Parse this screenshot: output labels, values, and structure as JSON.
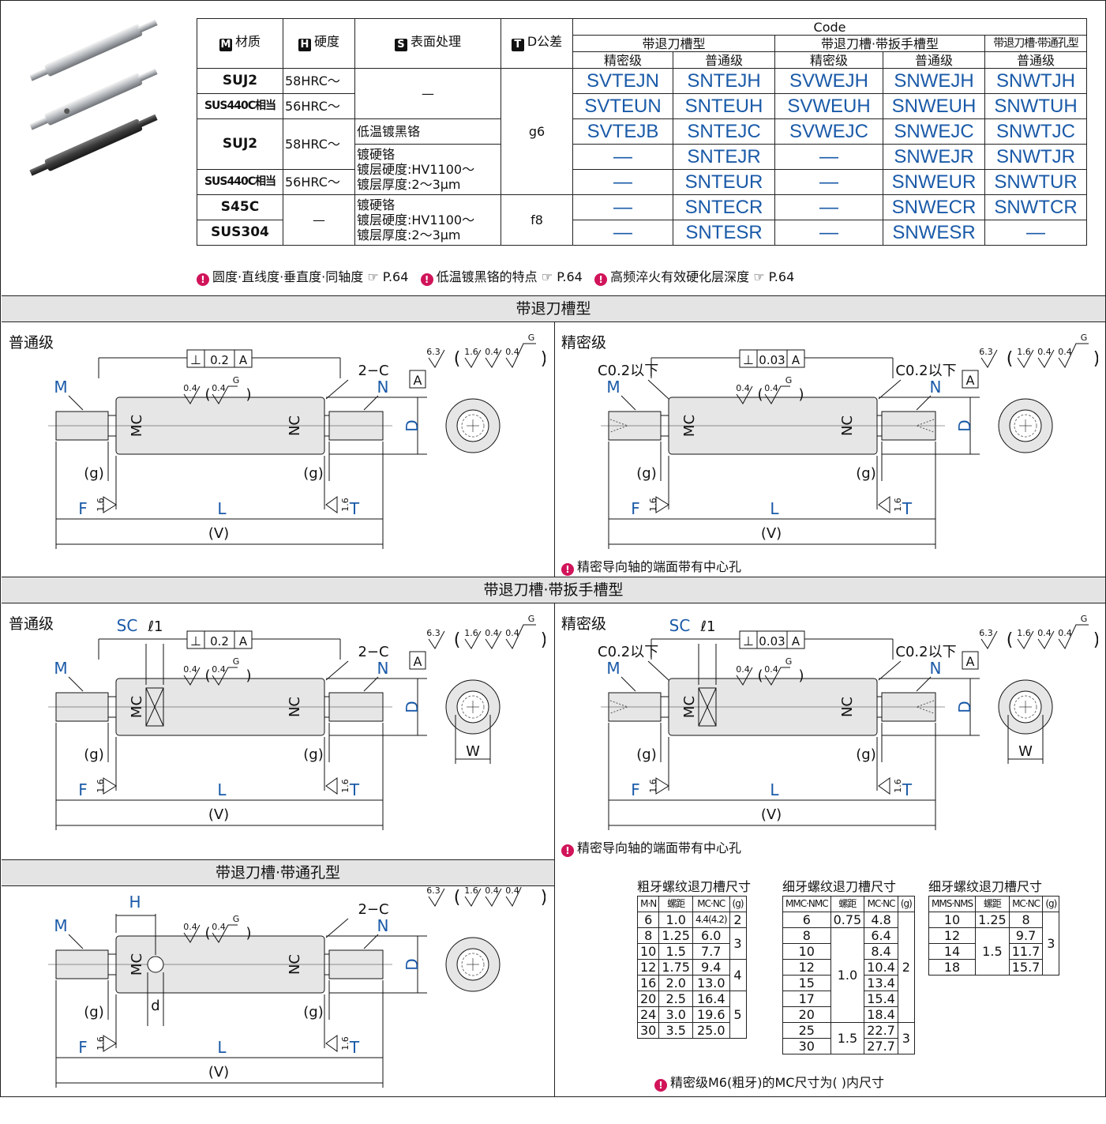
{
  "spec_table": {
    "headers": {
      "material": "材质",
      "material_badge": "M",
      "hardness": "硬度",
      "hardness_badge": "H",
      "surface": "表面处理",
      "surface_badge": "S",
      "tolerance": "D公差",
      "tolerance_badge": "T",
      "code": "Code",
      "type_groove": "带退刀槽型",
      "type_groove_wrench": "带退刀槽·带扳手槽型",
      "type_groove_hole": "带退刀槽·带通孔型",
      "precision": "精密级",
      "normal": "普通级"
    },
    "rows": [
      {
        "material": "SUJ2",
        "hardness": "58HRC～",
        "codes": [
          "SVTEJN",
          "SNTEJH",
          "SVWEJH",
          "SNWEJH",
          "SNWTJH"
        ]
      },
      {
        "material": "SUS440C相当",
        "hardness": "56HRC～",
        "codes": [
          "SVTEUN",
          "SNTEUH",
          "SVWEUH",
          "SNWEUH",
          "SNWTUH"
        ]
      },
      {
        "codes": [
          "SVTEJB",
          "SNTEJC",
          "SVWEJC",
          "SNWEJC",
          "SNWTJC"
        ]
      },
      {
        "codes": [
          "—",
          "SNTEJR",
          "—",
          "SNWEJR",
          "SNWTJR"
        ]
      },
      {
        "codes": [
          "—",
          "SNTEUR",
          "—",
          "SNWEUR",
          "SNWTUR"
        ]
      },
      {
        "codes": [
          "—",
          "SNTECR",
          "—",
          "SNWECR",
          "SNWTCR"
        ]
      },
      {
        "codes": [
          "—",
          "SNTESR",
          "—",
          "SNWESR",
          "—"
        ]
      }
    ],
    "mat_suj2_b": "SUJ2",
    "mat_sus440_b": "SUS440C相当",
    "hard_58_b": "58HRC～",
    "hard_56_b": "56HRC～",
    "mat_s45c": "S45C",
    "mat_sus304": "SUS304",
    "surface_none_1": "—",
    "surface_black": "低温镀黑铬",
    "surface_chrome": [
      "镀硬铬",
      "镀层硬度:HV1100～",
      "镀层厚度:2～3μm"
    ],
    "hard_none": "—",
    "tol_g6": "g6",
    "tol_f8": "f8"
  },
  "notes": {
    "n1": "圆度·直线度·垂直度·同轴度",
    "n1_ref": "P.64",
    "n2": "低温镀黑铬的特点",
    "n2_ref": "P.64",
    "n3": "高频淬火有效硬化层深度",
    "n3_ref": "P.64",
    "center_hole": "精密导向轴的端面带有中心孔",
    "center_hole_2": "精密导向轴的端面带有中心孔",
    "m6_note": "精密级M6(粗牙)的MC尺寸为(   )内尺寸"
  },
  "sections": {
    "groove": "带退刀槽型",
    "groove_wrench": "带退刀槽·带扳手槽型",
    "groove_hole": "带退刀槽·带通孔型"
  },
  "grades": {
    "normal_1": "普通级",
    "precision_1": "精密级",
    "normal_2": "普通级",
    "precision_2": "精密级"
  },
  "thread_tables": {
    "coarse": {
      "title": "粗牙螺纹退刀槽尺寸",
      "headers": [
        "M·N",
        "螺距",
        "MC·NC",
        "(g)"
      ],
      "rows": [
        [
          "6",
          "1.0",
          "4.4(4.2)"
        ],
        [
          "8",
          "1.25",
          "6.0"
        ],
        [
          "10",
          "1.5",
          "7.7"
        ],
        [
          "12",
          "1.75",
          "9.4"
        ],
        [
          "16",
          "2.0",
          "13.0"
        ],
        [
          "20",
          "2.5",
          "16.4"
        ],
        [
          "24",
          "3.0",
          "19.6"
        ],
        [
          "30",
          "3.5",
          "25.0"
        ]
      ],
      "g_values": [
        "2",
        "3",
        "4",
        "5"
      ]
    },
    "fine1": {
      "title": "细牙螺纹退刀槽尺寸",
      "headers": [
        "MMC·NMC",
        "螺距",
        "MC·NC",
        "(g)"
      ],
      "rows": [
        [
          "6",
          "0.75",
          "4.8"
        ],
        [
          "8",
          "",
          "6.4"
        ],
        [
          "10",
          "",
          "8.4"
        ],
        [
          "12",
          "",
          "10.4"
        ],
        [
          "15",
          "",
          "13.4"
        ],
        [
          "17",
          "",
          "15.4"
        ],
        [
          "20",
          "",
          "18.4"
        ],
        [
          "25",
          "",
          "22.7"
        ],
        [
          "30",
          "",
          "27.7"
        ]
      ],
      "pitch_mid": "1.0",
      "pitch_end": "1.5",
      "g_values": [
        "2",
        "3"
      ]
    },
    "fine2": {
      "title": "细牙螺纹退刀槽尺寸",
      "headers": [
        "MMS·NMS",
        "螺距",
        "MC·NC",
        "(g)"
      ],
      "rows": [
        [
          "10",
          "1.25",
          "8"
        ],
        [
          "12",
          "",
          "9.7"
        ],
        [
          "14",
          "",
          "11.7"
        ],
        [
          "18",
          "",
          "15.7"
        ]
      ],
      "pitch_mid": "1.5",
      "g_value": "3"
    }
  }
}
